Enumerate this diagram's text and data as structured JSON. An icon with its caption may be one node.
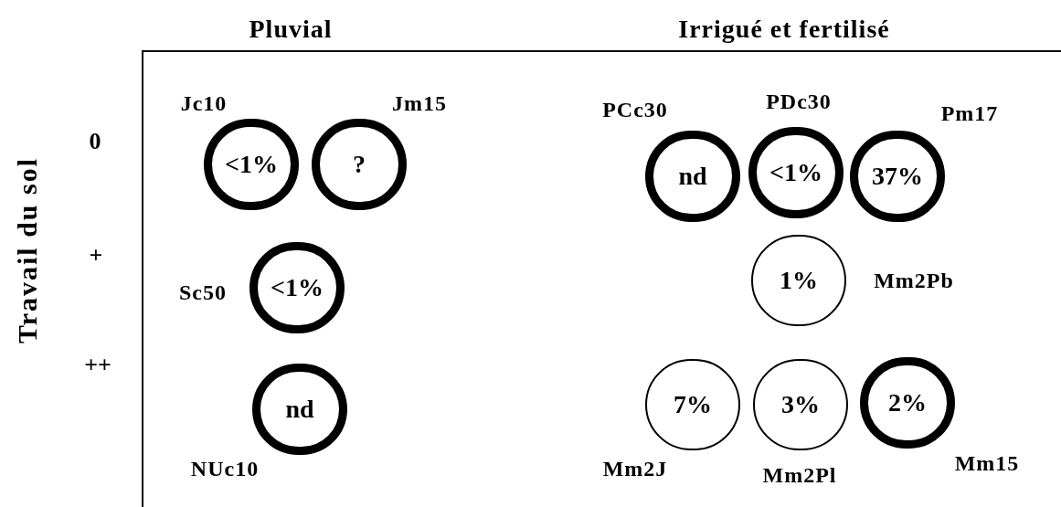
{
  "diagram": {
    "nodes": [
      {
        "text": [
          "<1%"
        ],
        "beside": [
          "Jc10"
        ]
      },
      {
        "text": [
          "?"
        ],
        "beside": [
          "Jm15"
        ]
      },
      {
        "text": [
          "nd"
        ],
        "beside": [
          "PCc30"
        ]
      },
      {
        "text": [
          "<1%"
        ],
        "beside": [
          "PDc30"
        ]
      },
      {
        "text": [
          "37%"
        ],
        "beside": [
          "Pm17"
        ]
      },
      {
        "text": [
          "<1%"
        ],
        "beside": [
          "Sc50"
        ]
      },
      {
        "text": [
          "1%"
        ],
        "beside": [
          "Mm2Pb"
        ]
      },
      {
        "text": [
          "nd"
        ],
        "beside": [
          "NUc10"
        ]
      },
      {
        "text": [
          "7%"
        ],
        "beside": [
          "Mm2J"
        ]
      },
      {
        "text": [
          "3%"
        ],
        "beside": [
          "Mm2Pl"
        ]
      },
      {
        "text": [
          "2%"
        ],
        "beside": [
          "Mm15"
        ]
      }
    ],
    "labels": [
      "Pluvial",
      "Irrigué et fertilisé",
      "Travail du sol",
      "0",
      "+",
      "++"
    ]
  }
}
